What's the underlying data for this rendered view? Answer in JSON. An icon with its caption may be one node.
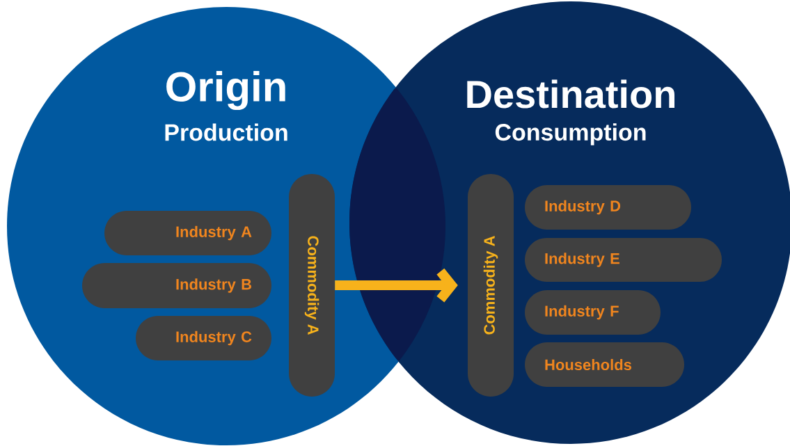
{
  "diagram": {
    "nodes": [
      {
        "text": [
          "Origin",
          "Production"
        ]
      },
      {
        "text": [
          "Industry A"
        ],
        "in": 0
      },
      {
        "text": [
          "Industry B"
        ],
        "in": 0
      },
      {
        "text": [
          "Industry C"
        ],
        "in": 0
      },
      {
        "text": [
          "Commodity A"
        ],
        "in": 0
      },
      {
        "text": [
          "Destination",
          "Consumption"
        ]
      },
      {
        "text": [
          "Commodity A"
        ],
        "in": 5
      },
      {
        "text": [
          "Industry D"
        ],
        "in": 5
      },
      {
        "text": [
          "Industry E"
        ],
        "in": 5
      },
      {
        "text": [
          "Industry F"
        ],
        "in": 5
      },
      {
        "text": [
          "Households"
        ],
        "in": 5
      }
    ],
    "edges": [
      {
        "from": 4,
        "to": 6,
        "arrow": "to",
        "color": "#f7b21b"
      }
    ]
  }
}
